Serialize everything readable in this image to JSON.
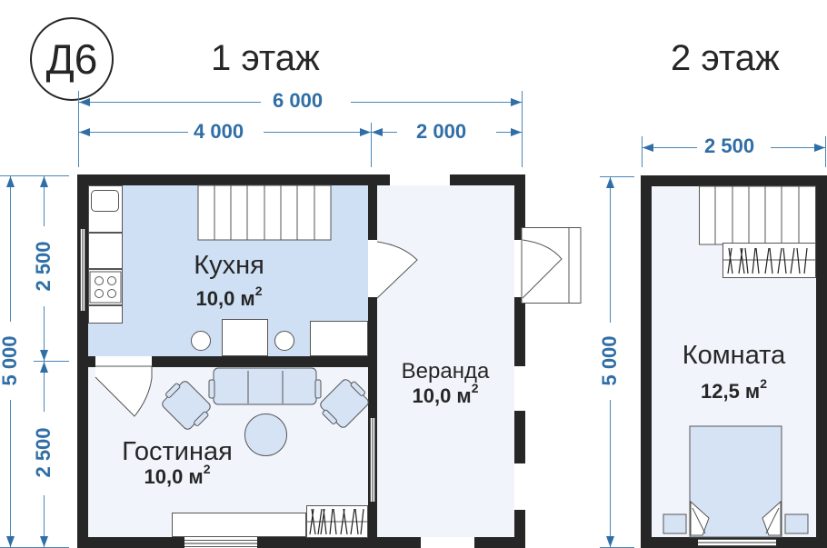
{
  "badge": {
    "label": "Д6"
  },
  "floors": [
    {
      "title": "1 этаж",
      "dimensions": {
        "total_width": "6 000",
        "section_widths": [
          "4 000",
          "2 000"
        ],
        "total_height": "5 000",
        "section_heights": [
          "2 500",
          "2 500"
        ]
      },
      "rooms": [
        {
          "name": "Кухня",
          "area": "10,0 м",
          "area_sup": "2"
        },
        {
          "name": "Гостиная",
          "area": "10,0 м",
          "area_sup": "2"
        },
        {
          "name": "Веранда",
          "area": "10,0 м",
          "area_sup": "2"
        }
      ]
    },
    {
      "title": "2 этаж",
      "dimensions": {
        "total_width": "2 500",
        "total_height": "5 000"
      },
      "rooms": [
        {
          "name": "Комната",
          "area": "12,5 м",
          "area_sup": "2"
        }
      ]
    }
  ],
  "colors": {
    "wall": "#262626",
    "kitchen_fill": "#cfe0f4",
    "room_fill": "#f1f5fb",
    "dimension": "#2f6ea6",
    "furniture_blue": "#d5e3f5"
  }
}
